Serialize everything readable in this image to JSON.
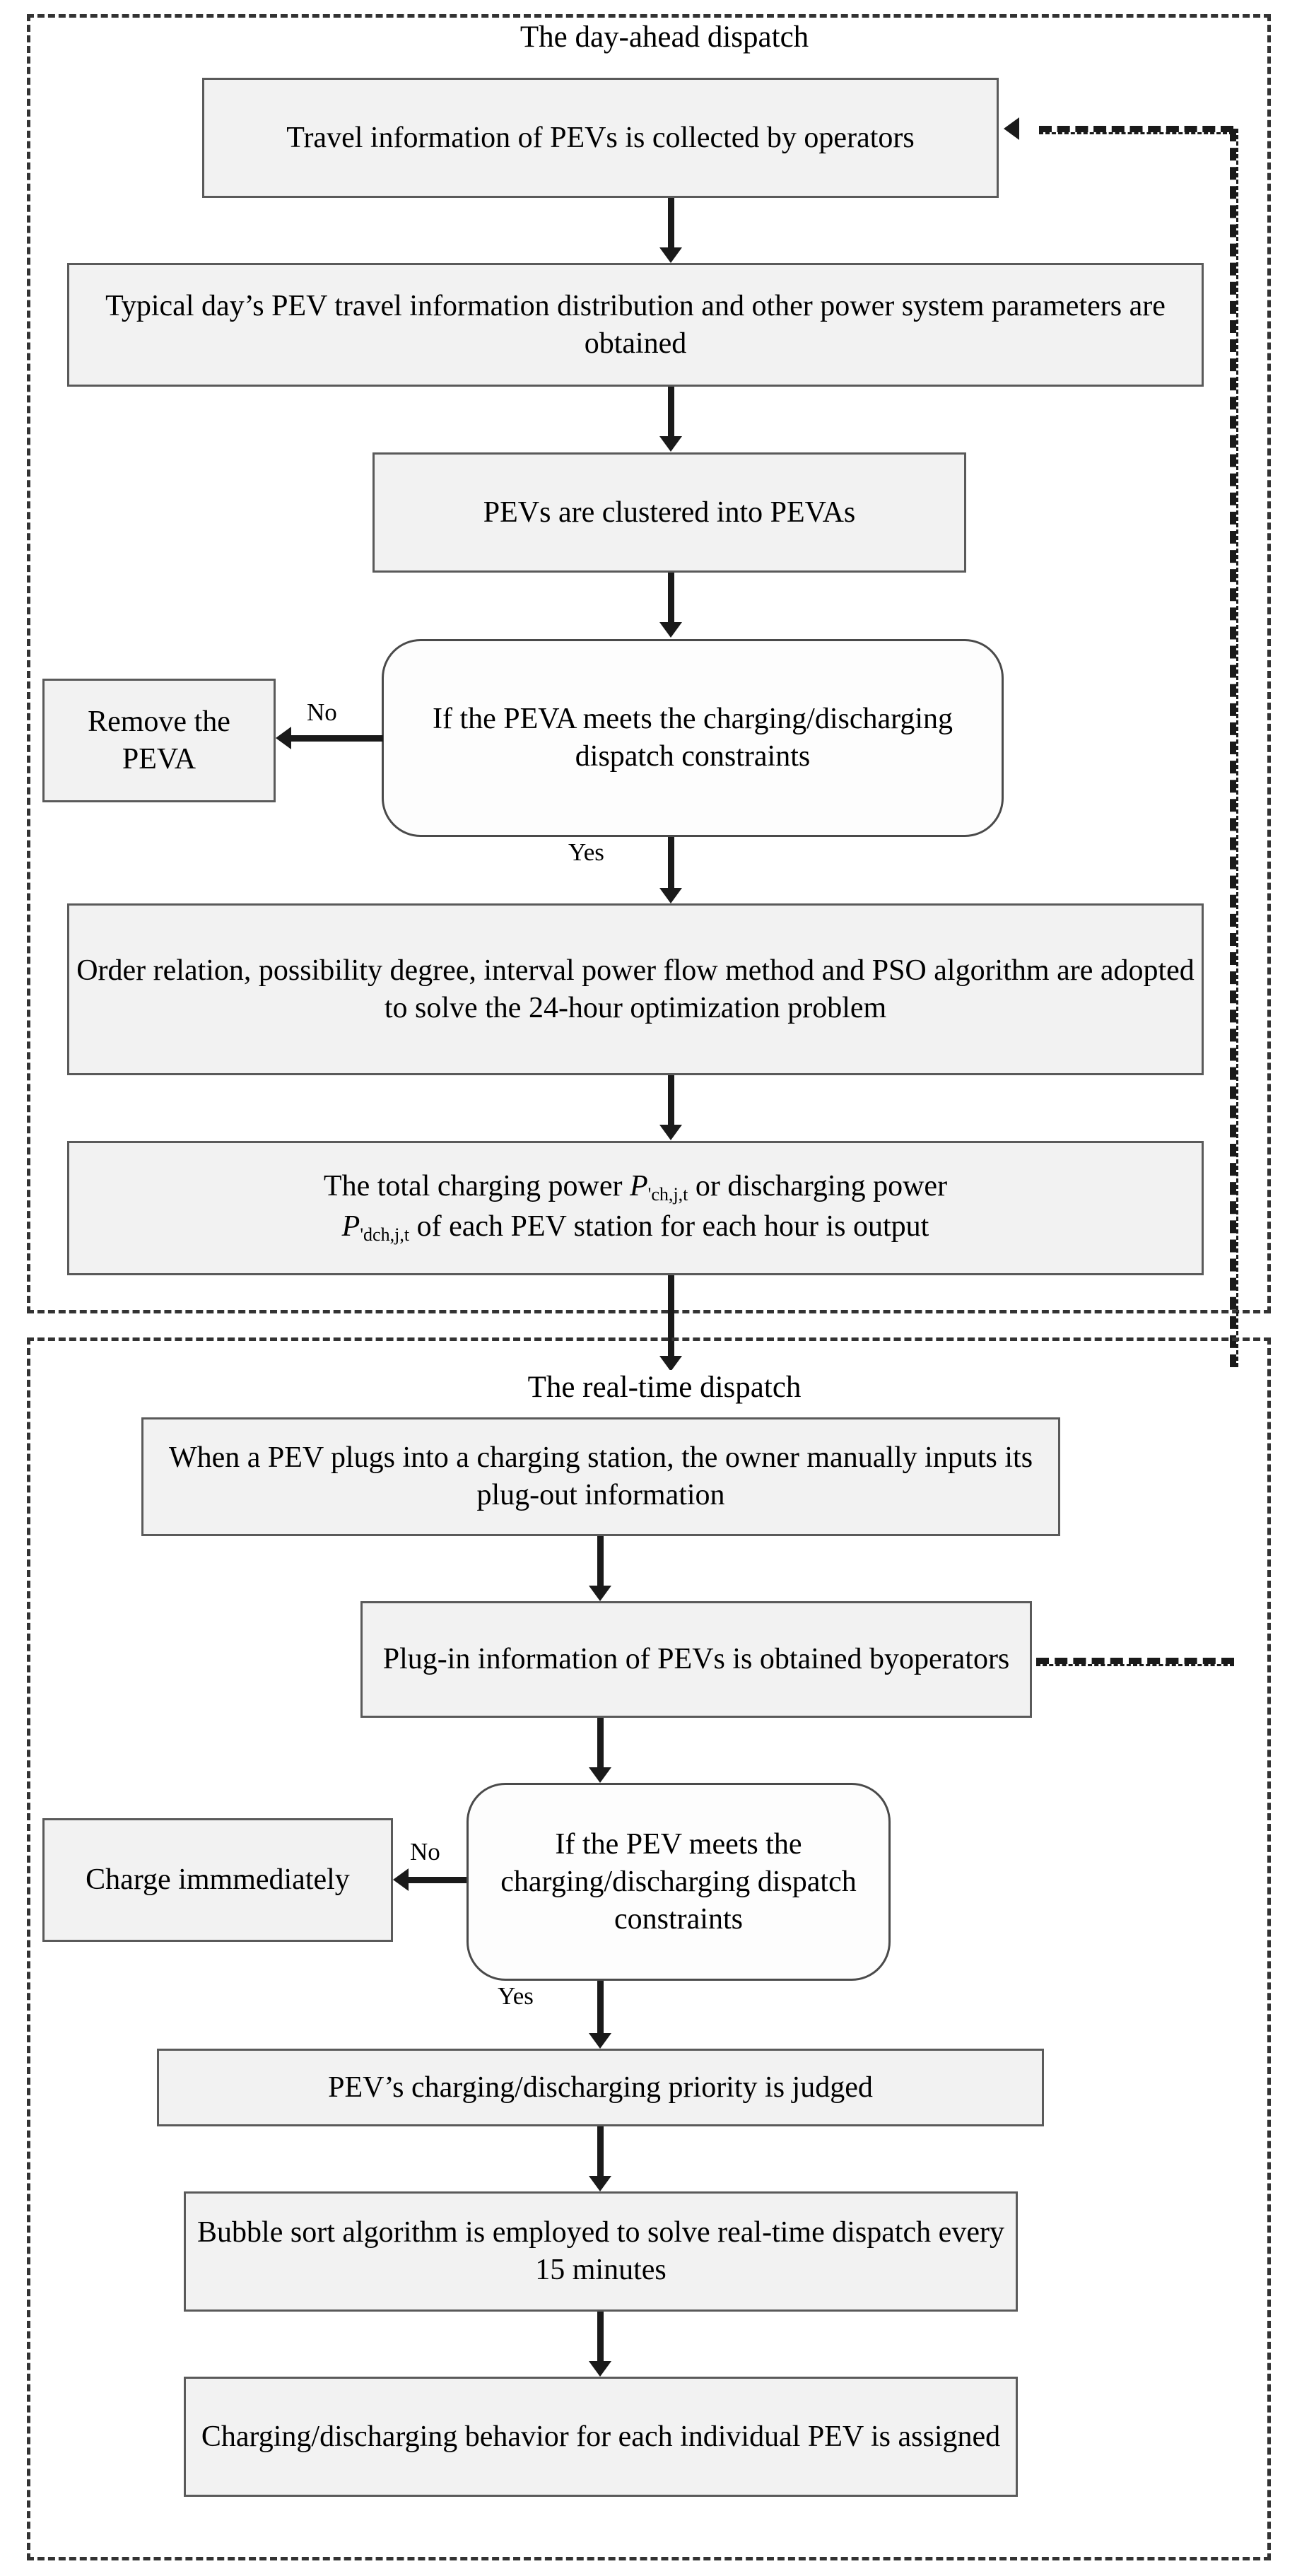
{
  "diagram": {
    "type": "flowchart",
    "sections": [
      {
        "id": "day-ahead",
        "title": "The day-ahead dispatch"
      },
      {
        "id": "real-time",
        "title": "The real-time dispatch"
      }
    ],
    "day_ahead_nodes": {
      "travel_info": "Travel information of PEVs is collected by operators",
      "typical_day": "Typical day’s  PEV travel information distribution and other power system parameters are obtained",
      "cluster": "PEVs are clustered into PEVAs",
      "decision": "If the PEVA meets the charging/discharging dispatch constraints",
      "remove": "Remove the PEVA",
      "optimize": "Order relation, possibility degree, interval power flow method and PSO algorithm are adopted to solve the 24-hour optimization problem",
      "output_line1_a": "The total charging power ",
      "output_line1_p": "P",
      "output_line1_sub": "'ch,j,t",
      "output_line1_b": " or discharging power",
      "output_line2_p": "P",
      "output_line2_sub": "'dch,j,t",
      "output_line2_b": " of each PEV station for each hour is output"
    },
    "real_time_nodes": {
      "plug_in_manual": "When a PEV plugs into a charging station, the owner manually inputs its plug-out information",
      "plug_in_info": "Plug-in information of PEVs is obtained byoperators",
      "decision": "If the PEV meets the charging/discharging dispatch constraints",
      "charge_now": "Charge immmediately",
      "priority": "PEV’s charging/discharging priority is judged",
      "bubble_sort": "Bubble sort algorithm is employed to solve real-time dispatch every 15 minutes",
      "assign": "Charging/discharging behavior for each individual PEV is assigned"
    },
    "edge_labels": {
      "no_1": "No",
      "yes_1": "Yes",
      "no_2": "No",
      "yes_2": "Yes"
    },
    "colors": {
      "node_fill": "#f2f2f2",
      "node_border": "#5a5a5a",
      "frame_border": "#333333",
      "arrow": "#1a1a1a",
      "background": "#ffffff"
    }
  }
}
